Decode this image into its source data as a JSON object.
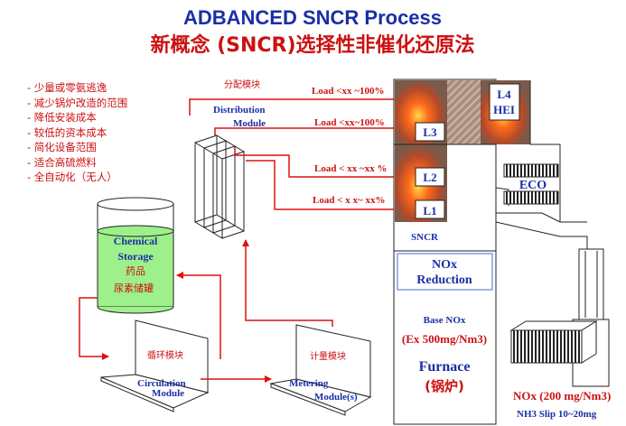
{
  "title": "ADBANCED SNCR Process",
  "subtitle": "新概念 (SNCR)选择性非催化还原法",
  "benefits": [
    "- 少量或零氨逃逸",
    "- 减少锅炉改造的范围",
    "- 降低安装成本",
    "- 较低的资本成本",
    "- 简化设备范围",
    "- 适合高硫燃料",
    "- 全自动化（无人）"
  ],
  "distribution": {
    "cn_label": "分配模块",
    "en_label_1": "Distribution",
    "en_label_2": "Module"
  },
  "loads": [
    "Load <xx ~100%",
    "Load <xx~100%",
    "Load < xx ~xx %",
    "Load < x x~ xx%"
  ],
  "levels": {
    "l4_1": "L4",
    "l4_2": "HEI",
    "l3": "L3",
    "l2": "L2",
    "l1": "L1"
  },
  "eco": "ECO",
  "sncr": "SNCR",
  "reduction": {
    "line1": "NOx",
    "line2": "Reduction"
  },
  "base": {
    "label": "Base NOx",
    "value": "(Ex  500mg/Nm3)"
  },
  "furnace": {
    "en": "Furnace",
    "cn": "(锅炉)"
  },
  "storage": {
    "line1": "Chemical",
    "line2": "Storage",
    "cn1": "药品",
    "cn2": "尿素储罐"
  },
  "circulation": {
    "cn": "循环模块",
    "en1": "Circulation",
    "en2": "Module"
  },
  "metering": {
    "cn": "计量模块",
    "en1": "Metering",
    "en2": "Module(s)"
  },
  "outlet": {
    "nox": "NOx (200 mg/Nm3)",
    "slip": "NH3 Slip 10~20mg"
  },
  "colors": {
    "title_blue": "#1a2fa6",
    "accent_red": "#cc1111",
    "storage_green": "#9ef08a",
    "arrow_red": "#dd1111"
  }
}
